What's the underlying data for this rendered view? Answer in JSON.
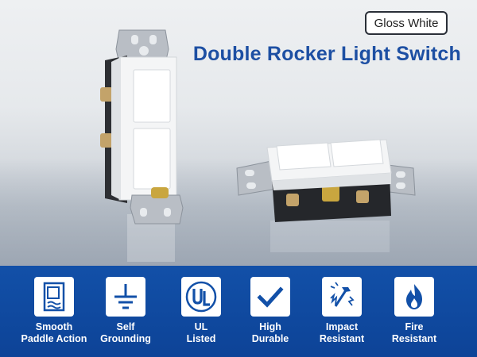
{
  "header": {
    "badge": "Gloss White",
    "title": "Double Rocker Light Switch"
  },
  "colors": {
    "brand_blue": "#1d4fa3",
    "band_blue": "#0d4397"
  },
  "features": [
    {
      "icon": "paddle-switch-icon",
      "line1": "Smooth",
      "line2": "Paddle Action"
    },
    {
      "icon": "ground-icon",
      "line1": "Self",
      "line2": "Grounding"
    },
    {
      "icon": "ul-icon",
      "line1": "UL",
      "line2": "Listed"
    },
    {
      "icon": "checkmark-icon",
      "line1": "High",
      "line2": "Durable"
    },
    {
      "icon": "hammer-impact-icon",
      "line1": "Impact",
      "line2": "Resistant"
    },
    {
      "icon": "flame-icon",
      "line1": "Fire",
      "line2": "Resistant"
    }
  ]
}
